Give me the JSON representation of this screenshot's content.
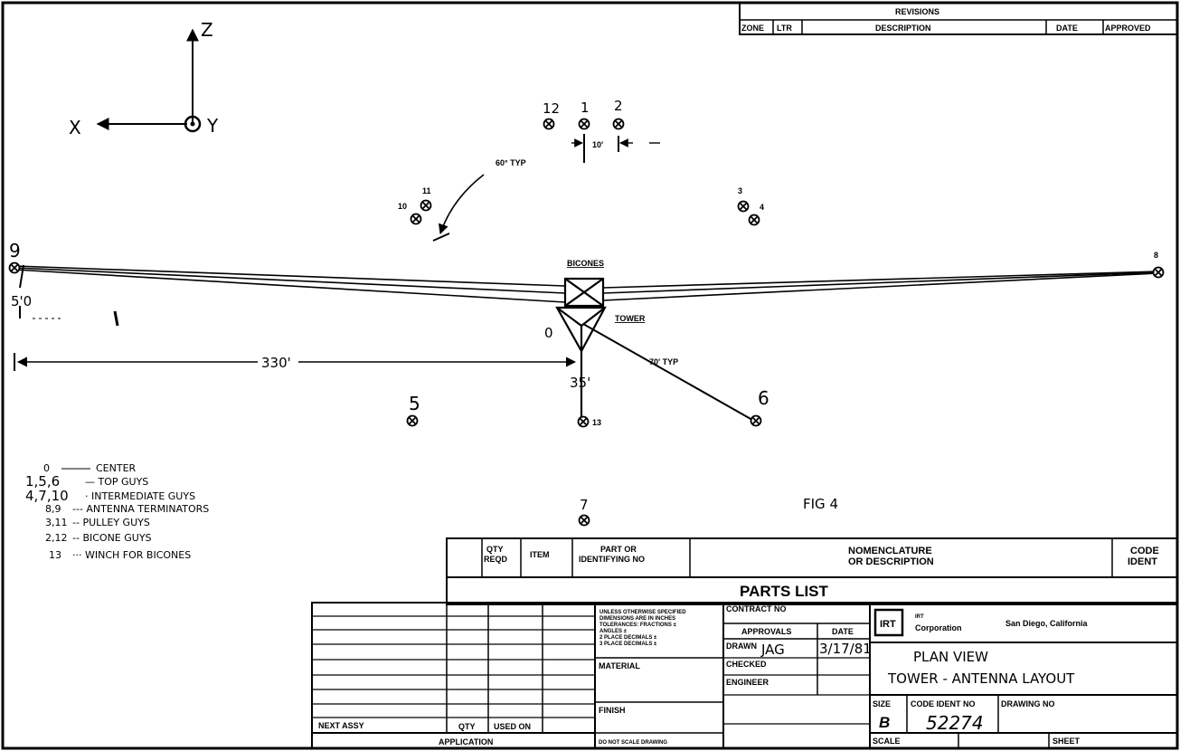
{
  "axes": {
    "z": "Z",
    "x": "X",
    "y": "Y"
  },
  "points": {
    "p12": "12",
    "p1": "1",
    "p2": "2",
    "p10": "10",
    "p11": "11",
    "p3": "3",
    "p4": "4",
    "p9": "9",
    "p8": "8",
    "p5": "5",
    "p6": "6",
    "p13": "13",
    "p7": "7",
    "p0": "0"
  },
  "dims": {
    "spacing": "10'",
    "angle": "60° TYP",
    "distance": "330'",
    "height": "35'",
    "radius": "70' TYP",
    "small_offset": "5'0",
    "bicones": "BICONES",
    "tower": "TOWER"
  },
  "fig_label": "FIG 4",
  "legend": [
    {
      "key": "0",
      "text": "CENTER"
    },
    {
      "key": "1,5,6",
      "text": "TOP GUYS"
    },
    {
      "key": "4,7,10",
      "text": "INTERMEDIATE GUYS"
    },
    {
      "key": "8,9",
      "text": "ANTENNA TERMINATORS"
    },
    {
      "key": "3,11",
      "text": "PULLEY GUYS"
    },
    {
      "key": "2,12",
      "text": "BICONE GUYS"
    },
    {
      "key": "13",
      "text": "WINCH FOR BICONES"
    }
  ],
  "revisions": {
    "title": "REVISIONS",
    "zone": "ZONE",
    "ltr": "LTR",
    "description": "DESCRIPTION",
    "date": "DATE",
    "approved": "APPROVED"
  },
  "parts": {
    "qty": "QTY REQD",
    "item": "ITEM",
    "part": "PART OR IDENTIFYING NO",
    "nomenclature": "NOMENCLATURE OR DESCRIPTION",
    "code": "CODE IDENT",
    "title": "PARTS LIST"
  },
  "title_block": {
    "notes": [
      "UNLESS OTHERWISE SPECIFIED",
      "DIMENSIONS ARE IN INCHES",
      "TOLERANCES: FRACTIONS ±",
      "ANGLES ±",
      "2 PLACE DECIMALS ±",
      "3 PLACE DECIMALS ±"
    ],
    "material": "MATERIAL",
    "finish": "FINISH",
    "no_scale": "DO NOT SCALE DRAWING",
    "contract": "CONTRACT NO",
    "approvals": "APPROVALS",
    "date": "DATE",
    "drawn": "DRAWN",
    "drawn_by": "JAG",
    "drawn_date": "3/17/81",
    "checked": "CHECKED",
    "engineer": "ENGINEER",
    "company_logo": "IRT",
    "company_line1": "IRT",
    "company_line2": "Corporation",
    "city": "San Diego, California",
    "title1": "PLAN VIEW",
    "title2": "TOWER - ANTENNA LAYOUT",
    "size_label": "SIZE",
    "size": "B",
    "code_ident_label": "CODE IDENT NO",
    "code_ident": "52274",
    "drawing_no": "DRAWING NO",
    "scale": "SCALE",
    "sheet": "SHEET",
    "next_assy": "NEXT ASSY",
    "qty": "QTY",
    "used_on": "USED ON",
    "application": "APPLICATION"
  }
}
